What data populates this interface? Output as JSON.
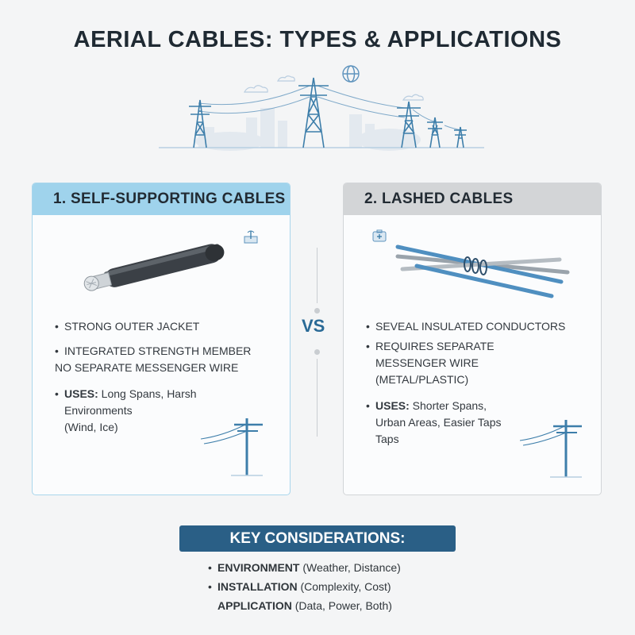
{
  "title": "AERIAL CABLES: TYPES & APPLICATIONS",
  "left_panel": {
    "heading": "1. SELF-SUPPORTING CABLES",
    "bullet_1": "STRONG OUTER JACKET",
    "bullet_2_line_1": "INTEGRATED STRENGTH MEMBER",
    "bullet_2_line_2": "NO SEPARATE MESSENGER WIRE",
    "uses_label": "USES:",
    "uses_text_1": " Long Spans, Harsh",
    "uses_text_2": "Environments",
    "uses_text_3": "(Wind, Ice)"
  },
  "right_panel": {
    "heading": "2. LASHED CABLES",
    "bullet_1": "SEVEAL INSULATED CONDUCTORS",
    "bullet_2_line_1": "REQUIRES SEPARATE",
    "bullet_2_line_2": "MESSENGER WIRE",
    "bullet_2_line_3": "(METAL/PLASTIC)",
    "uses_label": "USES:",
    "uses_text_1": " Shorter Spans,",
    "uses_text_2": "Urban Areas, Easier Taps",
    "uses_text_3": "Taps"
  },
  "vs_label": "VS",
  "key_considerations": {
    "heading": "KEY CONSIDERATIONS:",
    "items": [
      {
        "label": "ENVIRONMENT",
        "detail": " (Weather, Distance)"
      },
      {
        "label": "INSTALLATION",
        "detail": " (Complexity, Cost)"
      },
      {
        "label": "APPLICATION",
        "detail": " (Data, Power, Both)"
      }
    ]
  },
  "colors": {
    "accent_blue": "#2a5f86",
    "left_header": "#9fd3ec",
    "right_header": "#d3d5d7",
    "line_blue": "#3d7eaa"
  },
  "icons": [
    "power-tower-icon",
    "globe-icon",
    "cloud-icon",
    "cable-icon",
    "utility-pole-icon",
    "signal-tag-icon",
    "medical-tag-icon"
  ]
}
